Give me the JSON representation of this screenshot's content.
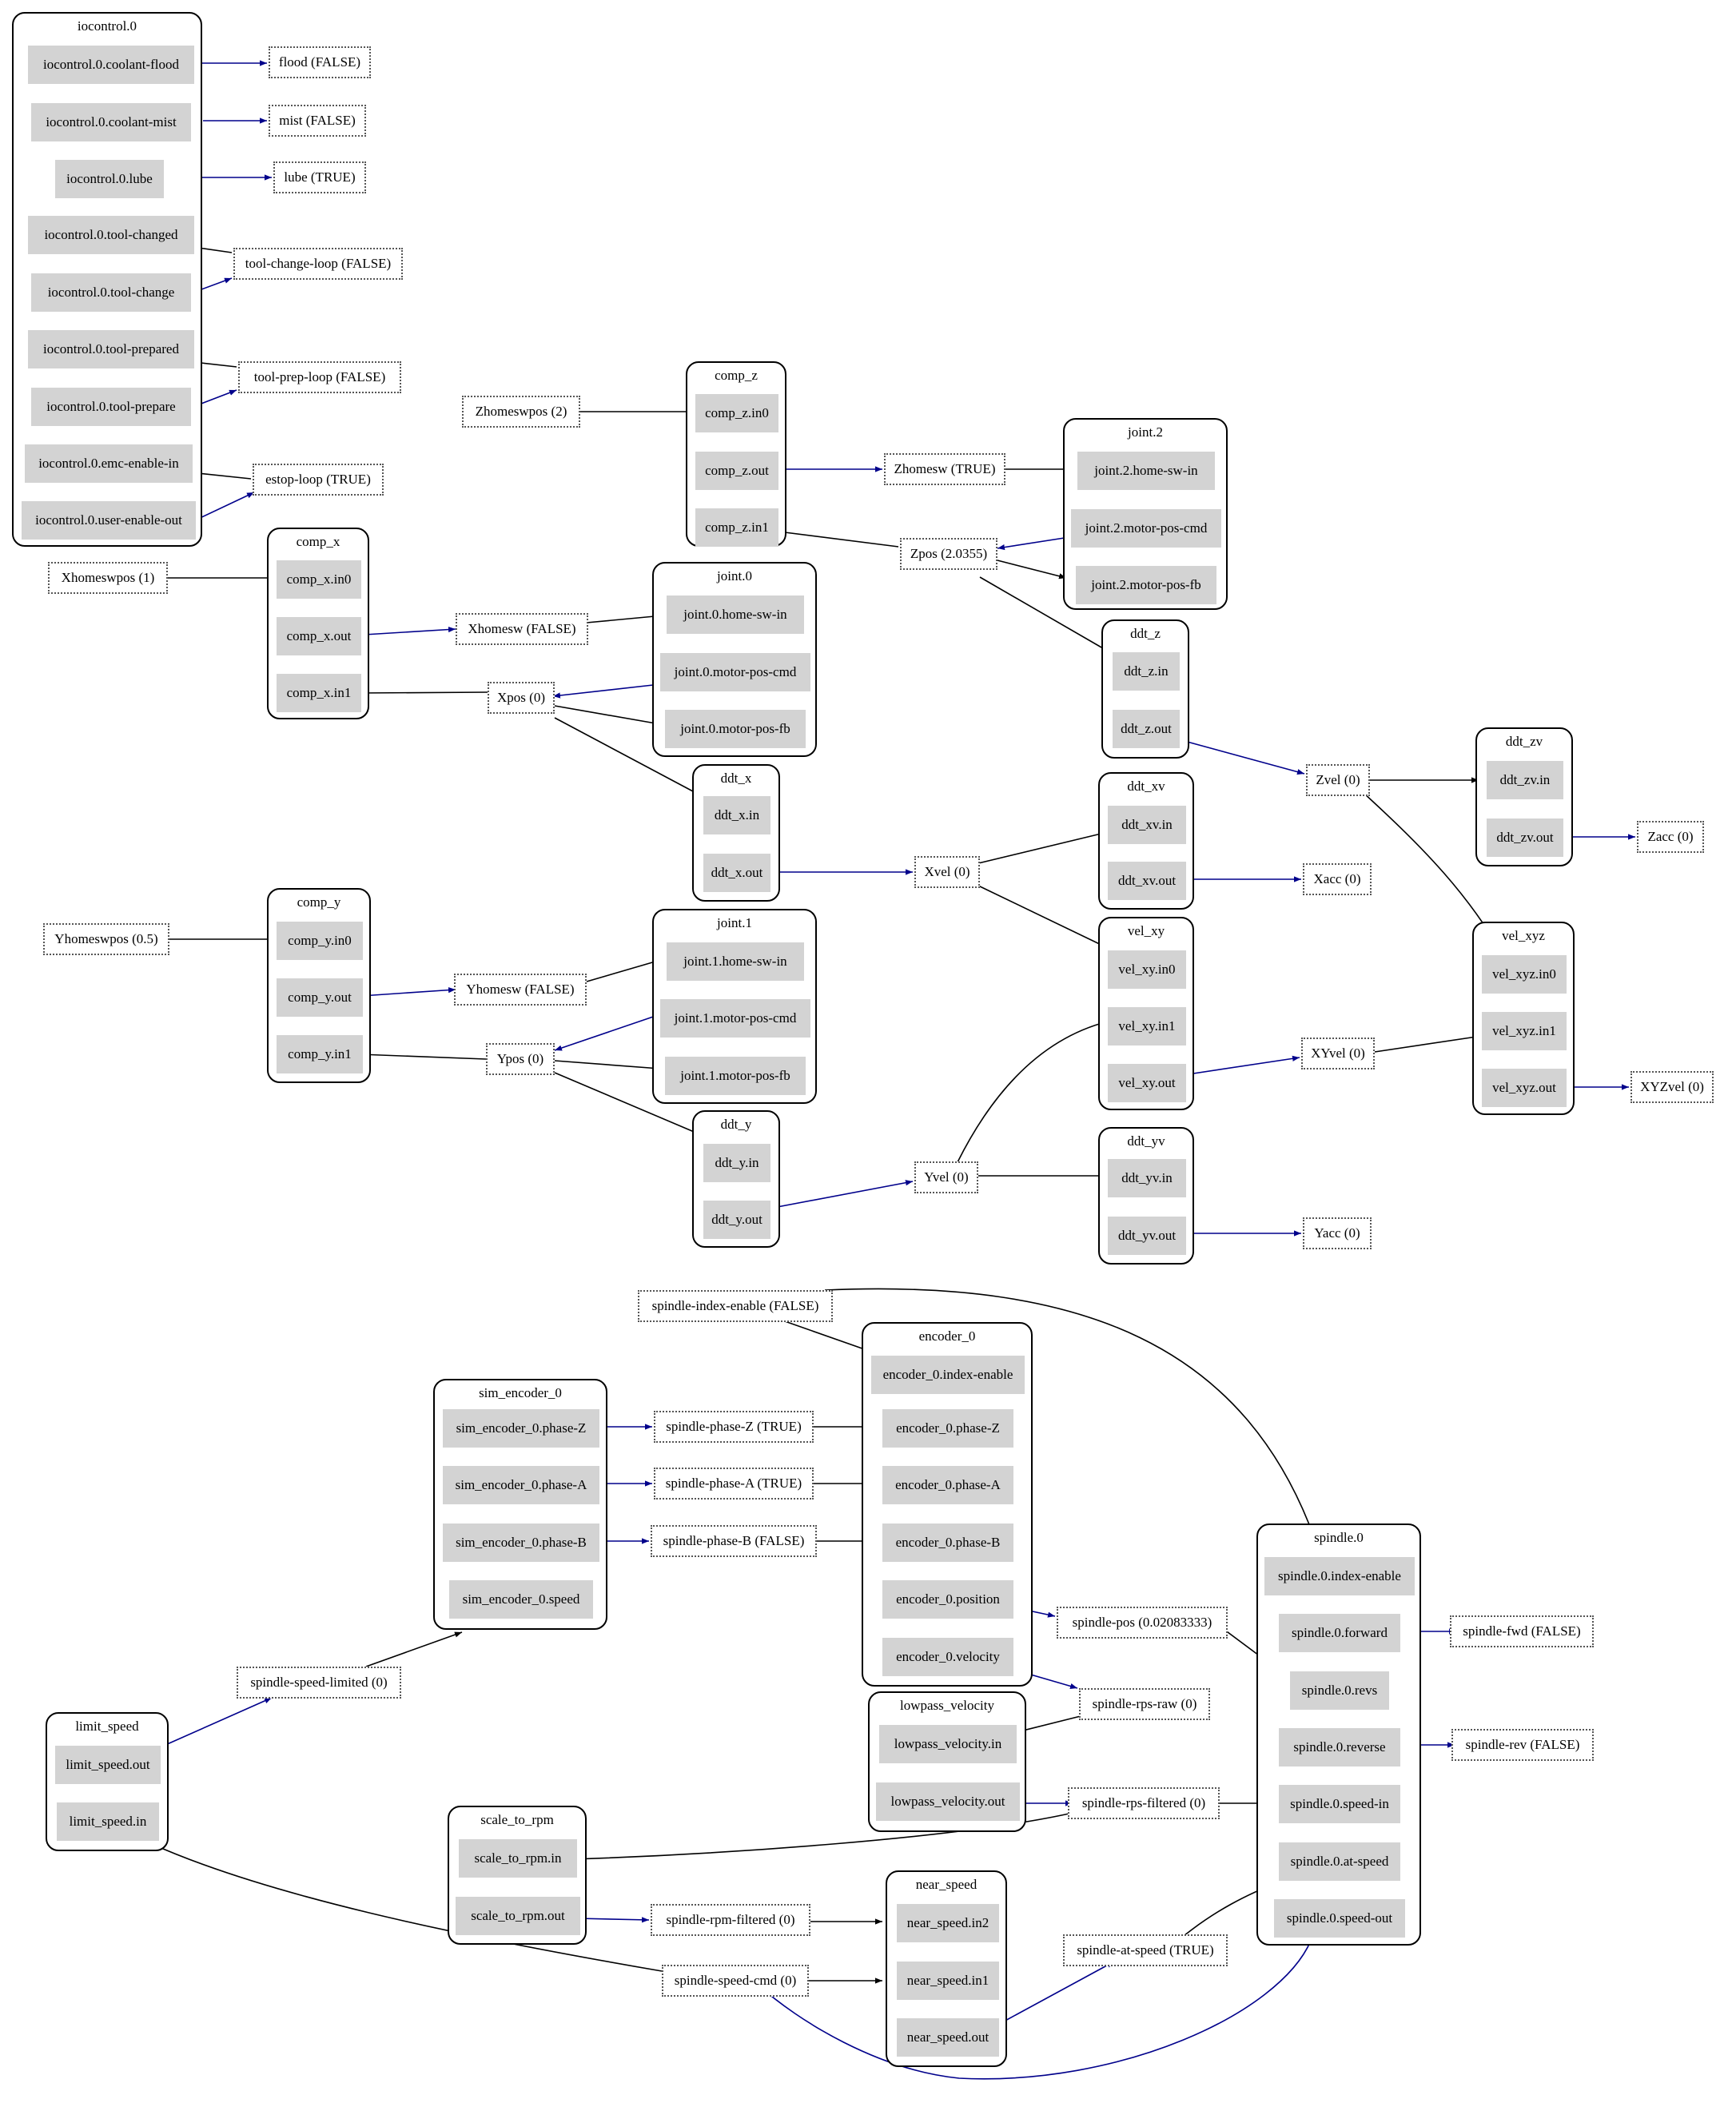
{
  "components": {
    "iocontrol": {
      "title": "iocontrol.0",
      "pins": [
        "iocontrol.0.coolant-flood",
        "iocontrol.0.coolant-mist",
        "iocontrol.0.lube",
        "iocontrol.0.tool-changed",
        "iocontrol.0.tool-change",
        "iocontrol.0.tool-prepared",
        "iocontrol.0.tool-prepare",
        "iocontrol.0.emc-enable-in",
        "iocontrol.0.user-enable-out"
      ]
    },
    "comp_z": {
      "title": "comp_z",
      "pins": [
        "comp_z.in0",
        "comp_z.out",
        "comp_z.in1"
      ]
    },
    "joint2": {
      "title": "joint.2",
      "pins": [
        "joint.2.home-sw-in",
        "joint.2.motor-pos-cmd",
        "joint.2.motor-pos-fb"
      ]
    },
    "comp_x": {
      "title": "comp_x",
      "pins": [
        "comp_x.in0",
        "comp_x.out",
        "comp_x.in1"
      ]
    },
    "joint0": {
      "title": "joint.0",
      "pins": [
        "joint.0.home-sw-in",
        "joint.0.motor-pos-cmd",
        "joint.0.motor-pos-fb"
      ]
    },
    "ddt_z": {
      "title": "ddt_z",
      "pins": [
        "ddt_z.in",
        "ddt_z.out"
      ]
    },
    "ddt_zv": {
      "title": "ddt_zv",
      "pins": [
        "ddt_zv.in",
        "ddt_zv.out"
      ]
    },
    "ddt_x": {
      "title": "ddt_x",
      "pins": [
        "ddt_x.in",
        "ddt_x.out"
      ]
    },
    "ddt_xv": {
      "title": "ddt_xv",
      "pins": [
        "ddt_xv.in",
        "ddt_xv.out"
      ]
    },
    "comp_y": {
      "title": "comp_y",
      "pins": [
        "comp_y.in0",
        "comp_y.out",
        "comp_y.in1"
      ]
    },
    "joint1": {
      "title": "joint.1",
      "pins": [
        "joint.1.home-sw-in",
        "joint.1.motor-pos-cmd",
        "joint.1.motor-pos-fb"
      ]
    },
    "vel_xy": {
      "title": "vel_xy",
      "pins": [
        "vel_xy.in0",
        "vel_xy.in1",
        "vel_xy.out"
      ]
    },
    "vel_xyz": {
      "title": "vel_xyz",
      "pins": [
        "vel_xyz.in0",
        "vel_xyz.in1",
        "vel_xyz.out"
      ]
    },
    "ddt_y": {
      "title": "ddt_y",
      "pins": [
        "ddt_y.in",
        "ddt_y.out"
      ]
    },
    "ddt_yv": {
      "title": "ddt_yv",
      "pins": [
        "ddt_yv.in",
        "ddt_yv.out"
      ]
    },
    "encoder_0": {
      "title": "encoder_0",
      "pins": [
        "encoder_0.index-enable",
        "encoder_0.phase-Z",
        "encoder_0.phase-A",
        "encoder_0.phase-B",
        "encoder_0.position",
        "encoder_0.velocity"
      ]
    },
    "sim_encoder_0": {
      "title": "sim_encoder_0",
      "pins": [
        "sim_encoder_0.phase-Z",
        "sim_encoder_0.phase-A",
        "sim_encoder_0.phase-B",
        "sim_encoder_0.speed"
      ]
    },
    "spindle0": {
      "title": "spindle.0",
      "pins": [
        "spindle.0.index-enable",
        "spindle.0.forward",
        "spindle.0.revs",
        "spindle.0.reverse",
        "spindle.0.speed-in",
        "spindle.0.at-speed",
        "spindle.0.speed-out"
      ]
    },
    "lowpass_velocity": {
      "title": "lowpass_velocity",
      "pins": [
        "lowpass_velocity.in",
        "lowpass_velocity.out"
      ]
    },
    "limit_speed": {
      "title": "limit_speed",
      "pins": [
        "limit_speed.out",
        "limit_speed.in"
      ]
    },
    "scale_to_rpm": {
      "title": "scale_to_rpm",
      "pins": [
        "scale_to_rpm.in",
        "scale_to_rpm.out"
      ]
    },
    "near_speed": {
      "title": "near_speed",
      "pins": [
        "near_speed.in2",
        "near_speed.in1",
        "near_speed.out"
      ]
    }
  },
  "signals": {
    "flood": "flood (FALSE)",
    "mist": "mist (FALSE)",
    "lube": "lube (TRUE)",
    "toolchangeloop": "tool-change-loop (FALSE)",
    "toolpreploop": "tool-prep-loop (FALSE)",
    "estoploop": "estop-loop (TRUE)",
    "zhomeswpos": "Zhomeswpos (2)",
    "zhomesw": "Zhomesw (TRUE)",
    "zpos": "Zpos (2.0355)",
    "xhomeswpos": "Xhomeswpos (1)",
    "xhomesw": "Xhomesw (FALSE)",
    "xpos": "Xpos (0)",
    "zvel": "Zvel (0)",
    "zacc": "Zacc (0)",
    "xvel": "Xvel (0)",
    "xacc": "Xacc (0)",
    "yhomeswpos": "Yhomeswpos (0.5)",
    "yhomesw": "Yhomesw (FALSE)",
    "ypos": "Ypos (0)",
    "xyvel": "XYvel (0)",
    "xyzvel": "XYZvel (0)",
    "yvel": "Yvel (0)",
    "yacc": "Yacc (0)",
    "spindleindexenable": "spindle-index-enable (FALSE)",
    "spindlephasez": "spindle-phase-Z (TRUE)",
    "spindlephasea": "spindle-phase-A (TRUE)",
    "spindlephaseb": "spindle-phase-B (FALSE)",
    "spindlepos": "spindle-pos (0.02083333)",
    "spindlefwd": "spindle-fwd (FALSE)",
    "spindlespeedlimited": "spindle-speed-limited (0)",
    "spindlerpsraw": "spindle-rps-raw (0)",
    "spindlerev": "spindle-rev (FALSE)",
    "spindlerpsfiltered": "spindle-rps-filtered (0)",
    "spindlerpmfiltered": "spindle-rpm-filtered (0)",
    "spindleatspeed": "spindle-at-speed (TRUE)",
    "spindlespeedcmd": "spindle-speed-cmd (0)"
  },
  "colors": {
    "write_edge": "#00008b",
    "read_edge": "#000000",
    "pin_fill": "#d3d3d3",
    "signal_border": "#555555"
  }
}
